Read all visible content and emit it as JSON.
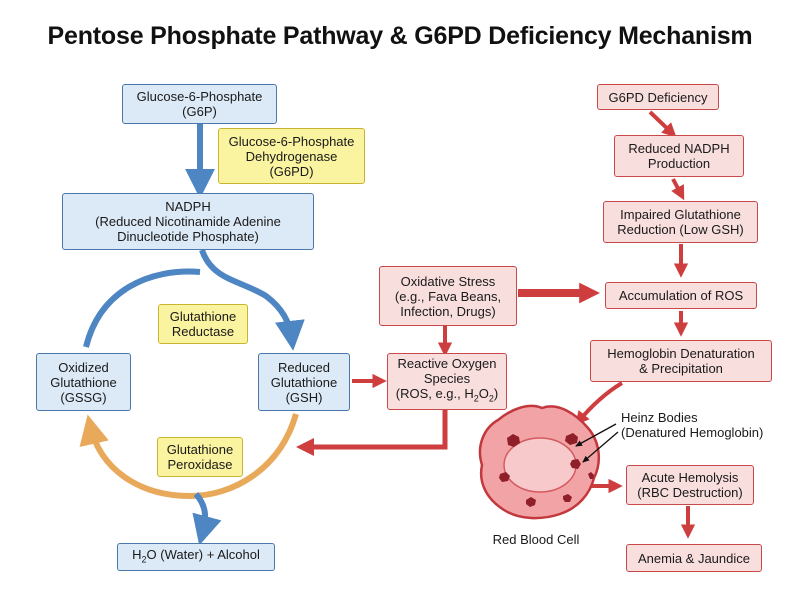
{
  "title": "Pentose Phosphate Pathway & G6PD Deficiency Mechanism",
  "left": {
    "g6p": [
      "Glucose-6-Phosphate",
      "(G6P)"
    ],
    "g6pd_enzyme": [
      "Glucose-6-Phosphate",
      "Dehydrogenase",
      "(G6PD)"
    ],
    "nadph": [
      "NADPH",
      "(Reduced Nicotinamide Adenine",
      "Dinucleotide Phosphate)"
    ],
    "gr": [
      "Glutathione",
      "Reductase"
    ],
    "gssg": [
      "Oxidized",
      "Glutathione",
      "(GSSG)"
    ],
    "gsh": [
      "Reduced",
      "Glutathione",
      "(GSH)"
    ],
    "gpx": [
      "Glutathione",
      "Peroxidase"
    ],
    "water": {
      "pre": "H",
      "sub": "2",
      "post": "O (Water) + Alcohol"
    }
  },
  "middle": {
    "oxidative_stress": [
      "Oxidative Stress",
      "(e.g., Fava Beans,",
      "Infection, Drugs)"
    ],
    "ros": {
      "l1": "Reactive Oxygen",
      "l2": "Species",
      "l3_pre": "(ROS, e.g., H",
      "l3_sub1": "2",
      "l3_mid": "O",
      "l3_sub2": "2",
      "l3_post": ")"
    }
  },
  "right": {
    "deficiency": "G6PD Deficiency",
    "reduced_nadph": [
      "Reduced NADPH",
      "Production"
    ],
    "impaired": [
      "Impaired Glutathione",
      "Reduction (Low GSH)"
    ],
    "accumulation": "Accumulation of ROS",
    "denaturation": [
      "Hemoglobin Denaturation",
      "& Precipitation"
    ],
    "heinz": [
      "Heinz Bodies",
      "(Denatured Hemoglobin)"
    ],
    "hemolysis": [
      "Acute Hemolysis",
      "(RBC Destruction)"
    ],
    "anemia": "Anemia & Jaundice",
    "rbc": "Red Blood Cell"
  },
  "colors": {
    "blue_fill": "#dce9f7",
    "blue_border": "#4a78ad",
    "blue_arrow": "#4d86c3",
    "yellow_fill": "#faf3a0",
    "yellow_border": "#c9b530",
    "orange_arrow": "#e8a95a",
    "red_fill": "#f9dede",
    "red_border": "#c9494a",
    "red_arrow": "#cf3e3e",
    "cell_fill": "#f2a3a6",
    "cell_outline": "#c3383d",
    "heinz": "#8f1f28"
  }
}
